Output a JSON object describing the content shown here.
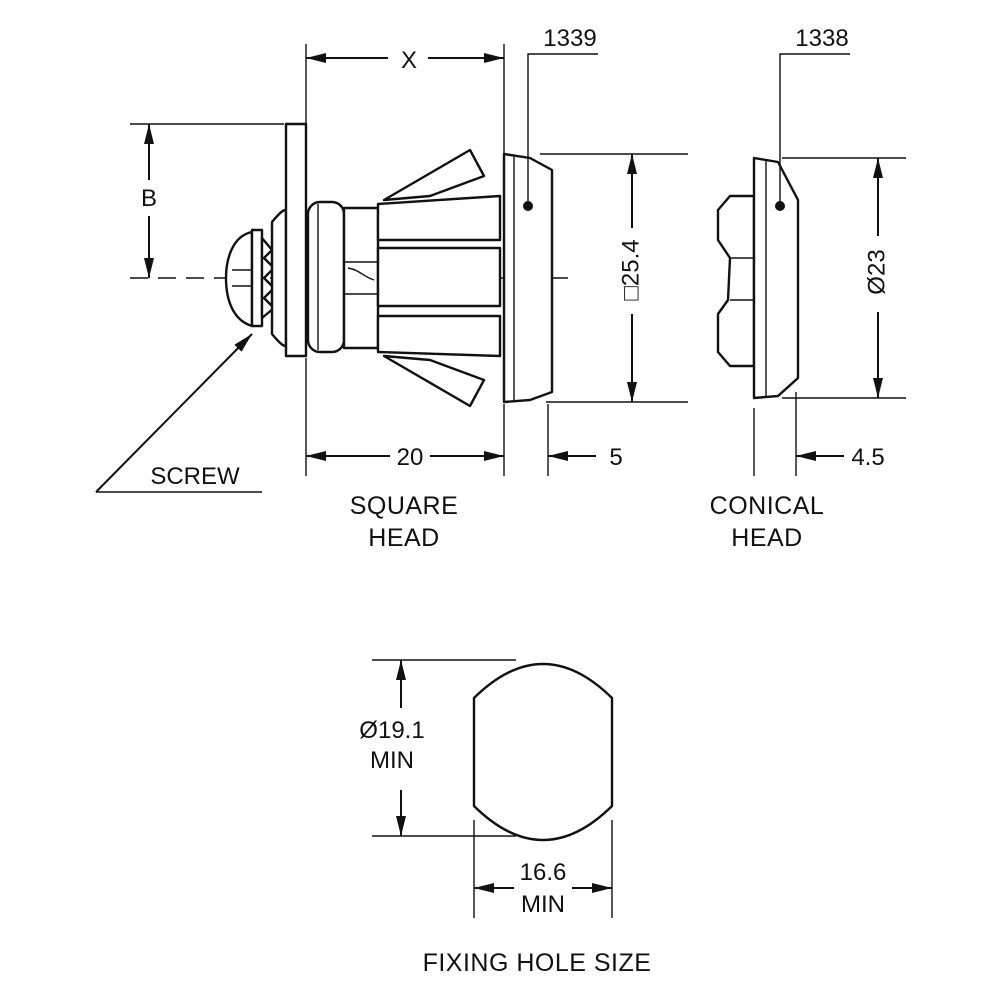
{
  "dimensions": {
    "x": "X",
    "b": "B",
    "width_20": "20",
    "depth_5": "5",
    "depth_4_5": "4.5",
    "square_25_4": "□25.4",
    "dia_23": "Ø23",
    "hole_dia": "Ø19.1",
    "hole_dia_min": "MIN",
    "hole_width": "16.6",
    "hole_width_min": "MIN"
  },
  "callouts": {
    "part_square": "1339",
    "part_conical": "1338",
    "screw": "SCREW"
  },
  "captions": {
    "square_line1": "SQUARE",
    "square_line2": "HEAD",
    "conical_line1": "CONICAL",
    "conical_line2": "HEAD",
    "fixing_hole": "FIXING HOLE SIZE"
  }
}
